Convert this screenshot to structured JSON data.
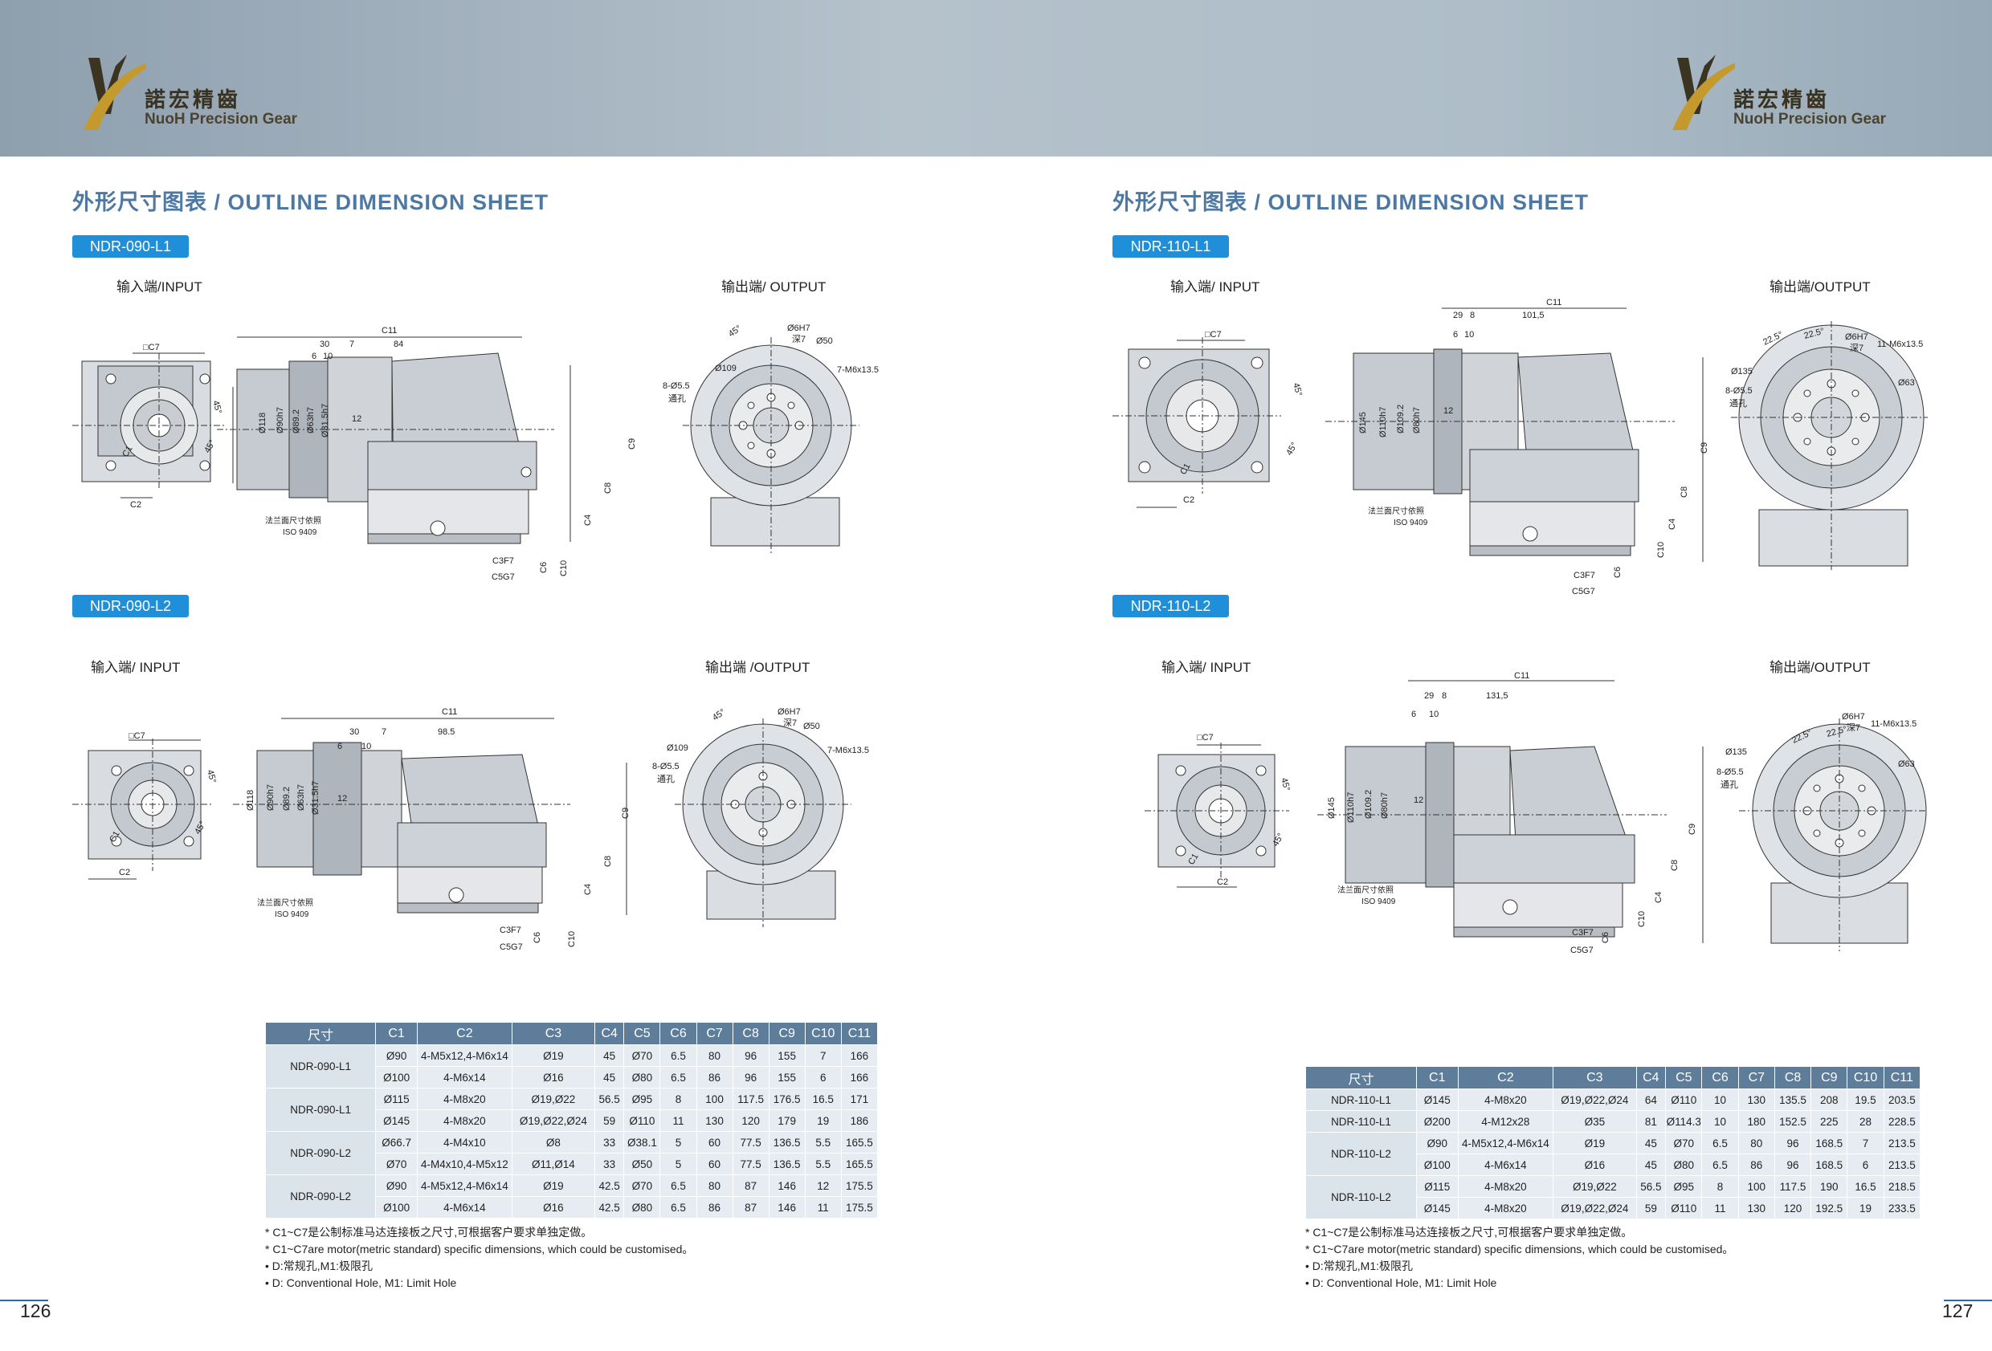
{
  "brand": {
    "cn": "諾宏精齒",
    "en": "NuoH Precision Gear"
  },
  "pages": [
    {
      "section_title": "外形尺寸图表 / OUTLINE DIMENSION SHEET",
      "page_number": "126",
      "blocks": [
        {
          "model": "NDR-090-L1",
          "input_label": "输入端/INPUT",
          "output_label": "输出端/ OUTPUT"
        },
        {
          "model": "NDR-090-L2",
          "input_label": "输入端/ INPUT",
          "output_label": "输出端 /OUTPUT"
        }
      ],
      "table": {
        "headers": [
          "尺寸",
          "C1",
          "C2",
          "C3",
          "C4",
          "C5",
          "C6",
          "C7",
          "C8",
          "C9",
          "C10",
          "C11"
        ],
        "groups": [
          {
            "model": "NDR-090-L1",
            "rows": [
              [
                "Ø90",
                "4-M5x12,4-M6x14",
                "Ø19",
                "45",
                "Ø70",
                "6.5",
                "80",
                "96",
                "155",
                "7",
                "166"
              ],
              [
                "Ø100",
                "4-M6x14",
                "Ø16",
                "45",
                "Ø80",
                "6.5",
                "86",
                "96",
                "155",
                "6",
                "166"
              ]
            ]
          },
          {
            "model": "NDR-090-L1",
            "rows": [
              [
                "Ø115",
                "4-M8x20",
                "Ø19,Ø22",
                "56.5",
                "Ø95",
                "8",
                "100",
                "117.5",
                "176.5",
                "16.5",
                "171"
              ],
              [
                "Ø145",
                "4-M8x20",
                "Ø19,Ø22,Ø24",
                "59",
                "Ø110",
                "11",
                "130",
                "120",
                "179",
                "19",
                "186"
              ]
            ]
          },
          {
            "model": "NDR-090-L2",
            "rows": [
              [
                "Ø66.7",
                "4-M4x10",
                "Ø8",
                "33",
                "Ø38.1",
                "5",
                "60",
                "77.5",
                "136.5",
                "5.5",
                "165.5"
              ],
              [
                "Ø70",
                "4-M4x10,4-M5x12",
                "Ø11,Ø14",
                "33",
                "Ø50",
                "5",
                "60",
                "77.5",
                "136.5",
                "5.5",
                "165.5"
              ]
            ]
          },
          {
            "model": "NDR-090-L2",
            "rows": [
              [
                "Ø90",
                "4-M5x12,4-M6x14",
                "Ø19",
                "42.5",
                "Ø70",
                "6.5",
                "80",
                "87",
                "146",
                "12",
                "175.5"
              ],
              [
                "Ø100",
                "4-M6x14",
                "Ø16",
                "42.5",
                "Ø80",
                "6.5",
                "86",
                "87",
                "146",
                "11",
                "175.5"
              ]
            ]
          }
        ]
      },
      "notes": [
        "* C1~C7是公制标准马达连接板之尺寸,可根据客户要求单独定做。",
        "* C1~C7are motor(metric standard)  specific dimensions, which could be customised。",
        "• D:常规孔,M1:极限孔",
        "• D: Conventional Hole, M1: Limit Hole"
      ]
    },
    {
      "section_title": "外形尺寸图表 / OUTLINE DIMENSION SHEET",
      "page_number": "127",
      "blocks": [
        {
          "model": "NDR-110-L1",
          "input_label": "输入端/ INPUT",
          "output_label": "输出端/OUTPUT"
        },
        {
          "model": "NDR-110-L2",
          "input_label": "输入端/ INPUT",
          "output_label": "输出端/OUTPUT"
        }
      ],
      "table": {
        "headers": [
          "尺寸",
          "C1",
          "C2",
          "C3",
          "C4",
          "C5",
          "C6",
          "C7",
          "C8",
          "C9",
          "C10",
          "C11"
        ],
        "groups": [
          {
            "model": "NDR-110-L1",
            "rows": [
              [
                "Ø145",
                "4-M8x20",
                "Ø19,Ø22,Ø24",
                "64",
                "Ø110",
                "10",
                "130",
                "135.5",
                "208",
                "19.5",
                "203.5"
              ]
            ]
          },
          {
            "model": "NDR-110-L1",
            "rows": [
              [
                "Ø200",
                "4-M12x28",
                "Ø35",
                "81",
                "Ø114.3",
                "10",
                "180",
                "152.5",
                "225",
                "28",
                "228.5"
              ]
            ]
          },
          {
            "model": "NDR-110-L2",
            "rows": [
              [
                "Ø90",
                "4-M5x12,4-M6x14",
                "Ø19",
                "45",
                "Ø70",
                "6.5",
                "80",
                "96",
                "168.5",
                "7",
                "213.5"
              ],
              [
                "Ø100",
                "4-M6x14",
                "Ø16",
                "45",
                "Ø80",
                "6.5",
                "86",
                "96",
                "168.5",
                "6",
                "213.5"
              ]
            ]
          },
          {
            "model": "NDR-110-L2",
            "rows": [
              [
                "Ø115",
                "4-M8x20",
                "Ø19,Ø22",
                "56.5",
                "Ø95",
                "8",
                "100",
                "117.5",
                "190",
                "16.5",
                "218.5"
              ],
              [
                "Ø145",
                "4-M8x20",
                "Ø19,Ø22,Ø24",
                "59",
                "Ø110",
                "11",
                "130",
                "120",
                "192.5",
                "19",
                "233.5"
              ]
            ]
          }
        ]
      },
      "notes": [
        "* C1~C7是公制标准马达连接板之尺寸,可根据客户要求单独定做。",
        "* C1~C7are motor(metric standard)  specific dimensions, which could be customised。",
        "• D:常规孔,M1:极限孔",
        "• D: Conventional Hole, M1: Limit Hole"
      ]
    }
  ],
  "drawing_labels": {
    "090": {
      "c7": "□C7",
      "c1": "C1",
      "c2": "C2",
      "c11": "C11",
      "c9": "C9",
      "c8": "C8",
      "c4": "C4",
      "c10": "C10",
      "c6": "C6",
      "c3": "C3F7",
      "c5": "C5G7",
      "angle45": "45°",
      "d118": "Ø118",
      "d90": "Ø90h7",
      "d892": "Ø89.2",
      "d63": "Ø63h7",
      "d315": "Ø31.5h7",
      "d12": "12",
      "l30": "30",
      "l7": "7",
      "l6": "6",
      "l10": "10",
      "l84": "84",
      "l985": "98.5",
      "flange1": "法兰面尺寸依照",
      "flange2": "ISO 9409",
      "d109": "Ø109",
      "d6h7": "Ø6H7",
      "d7": "深7",
      "d50": "Ø50",
      "m6": "7-M6x13.5",
      "holes": "8-Ø5.5",
      "through": "通孔"
    },
    "110": {
      "c7": "□C7",
      "c1": "C1",
      "c2": "C2",
      "c11": "C11",
      "c9": "C9",
      "c8": "C8",
      "c4": "C4",
      "c10": "C10",
      "c6": "C6",
      "c3": "C3F7",
      "c5": "C5G7",
      "angle45": "45°",
      "d145": "Ø145",
      "d110": "Ø110h7",
      "d1092": "Ø109.2",
      "d80": "Ø80h7",
      "d12": "12",
      "l29": "29",
      "l8": "8",
      "l6": "6",
      "l10": "10",
      "l1015": "101,5",
      "l1315": "131,5",
      "flange1": "法兰面尺寸依照",
      "flange2": "ISO 9409",
      "a225": "22.5°",
      "d6h7": "Ø6H7",
      "d7": "深7",
      "m6": "11-M6x13.5",
      "d135": "Ø135",
      "d63": "Ø63",
      "holes": "8-Ø5.5",
      "through": "通孔"
    }
  },
  "colors": {
    "banner": "#a7b6c2",
    "title": "#4c78a3",
    "tag": "#1e8fd8",
    "table_header": "#5d7d9b",
    "table_cell": "#e7ecf2",
    "logo_gold": "#b8902a"
  }
}
